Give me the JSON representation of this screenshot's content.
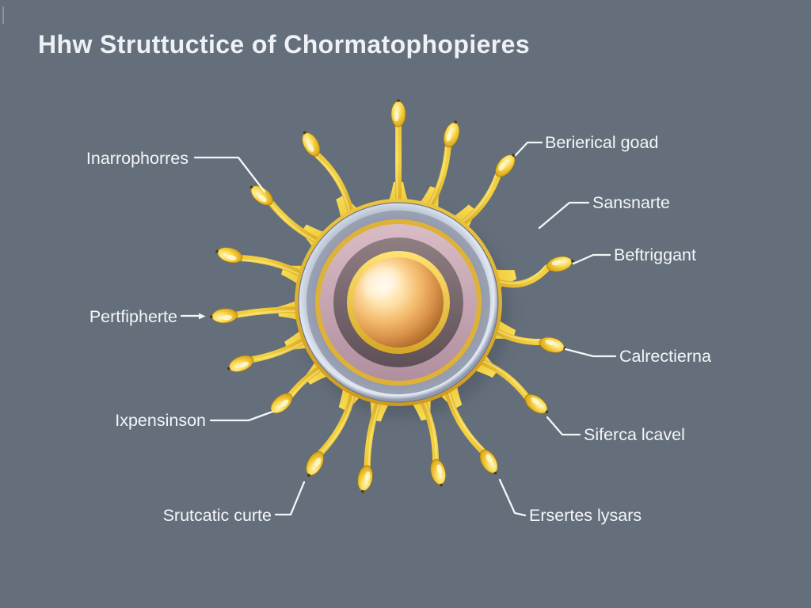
{
  "title": "Hhw Struttuctice of Chormatophopieres",
  "figure": {
    "subject": "chromatophore-cell-diagram"
  },
  "palette": {
    "background": "#656f7b",
    "title_text": "#eef1f5",
    "label_text": "#f3f6f9",
    "leader_line": "#f3f6f9",
    "tendril_gold": "#f2ca3e",
    "tendril_gold_dark": "#c79a1f",
    "membrane_silver": "#dbe2ec",
    "ring_blue_grey": "#8b92a5",
    "ring_gold": "#dfb237",
    "ring_pink": "#c9abb6",
    "ring_brown": "#7b6c70",
    "core_amber": "#f2b869",
    "core_highlight": "#fff7e4"
  },
  "labels_left": [
    {
      "text": "Inarrophorres"
    },
    {
      "text": "Pertfipherte"
    },
    {
      "text": "Ixpensinson"
    },
    {
      "text": "Srutcatic curte"
    }
  ],
  "labels_right": [
    {
      "text": "Berierical goad"
    },
    {
      "text": "Sansnarte"
    },
    {
      "text": "Beftriggant"
    },
    {
      "text": "Calrectierna"
    },
    {
      "text": "Siferca lcavel"
    },
    {
      "text": "Ersertes lysars"
    }
  ]
}
